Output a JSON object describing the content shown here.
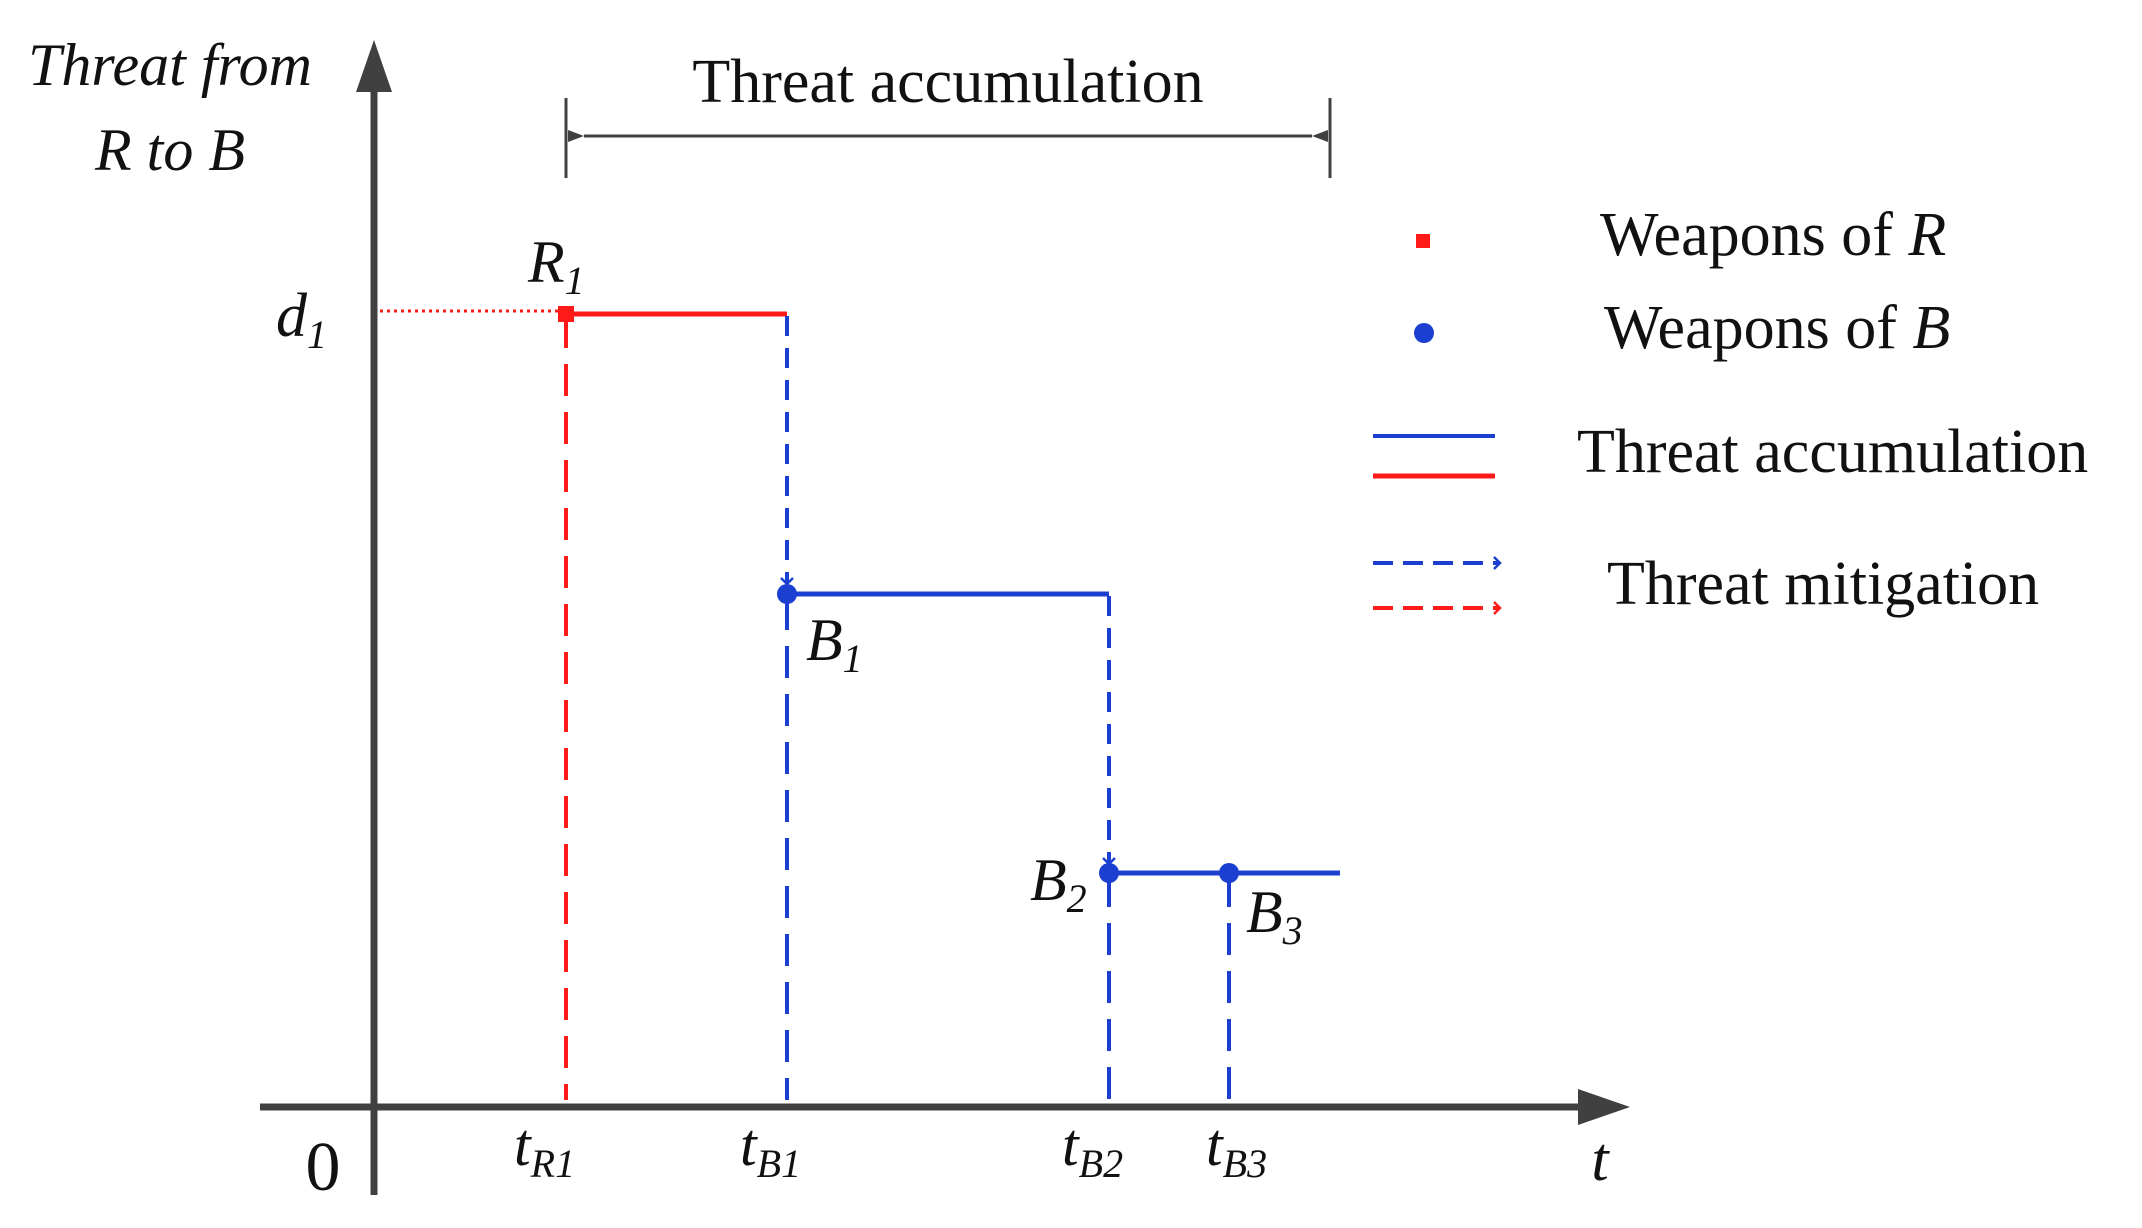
{
  "axes": {
    "y_label_line1": "Threat from",
    "y_label_line2": "R to B",
    "x_label": "t",
    "origin": "0",
    "d_label": "d",
    "d_sub": "1"
  },
  "top_annotation": "Threat accumulation",
  "points": {
    "R1": {
      "main": "R",
      "sub": "1"
    },
    "B1": {
      "main": "B",
      "sub": "1"
    },
    "B2": {
      "main": "B",
      "sub": "2"
    },
    "B3": {
      "main": "B",
      "sub": "3"
    }
  },
  "ticks": {
    "tR1": {
      "main": "t",
      "sub": "R1"
    },
    "tB1": {
      "main": "t",
      "sub": "B1"
    },
    "tB2": {
      "main": "t",
      "sub": "B2"
    },
    "tB3": {
      "main": "t",
      "sub": "B3"
    }
  },
  "legend": {
    "weapons_r_prefix": "Weapons of ",
    "weapons_r_var": "R",
    "weapons_b_prefix": "Weapons of ",
    "weapons_b_var": "B",
    "accumulation": "Threat accumulation",
    "mitigation": "Threat mitigation"
  },
  "colors": {
    "red": "#ff1a1a",
    "blue": "#1a3fd1",
    "axis": "#404040",
    "text": "#111111"
  }
}
